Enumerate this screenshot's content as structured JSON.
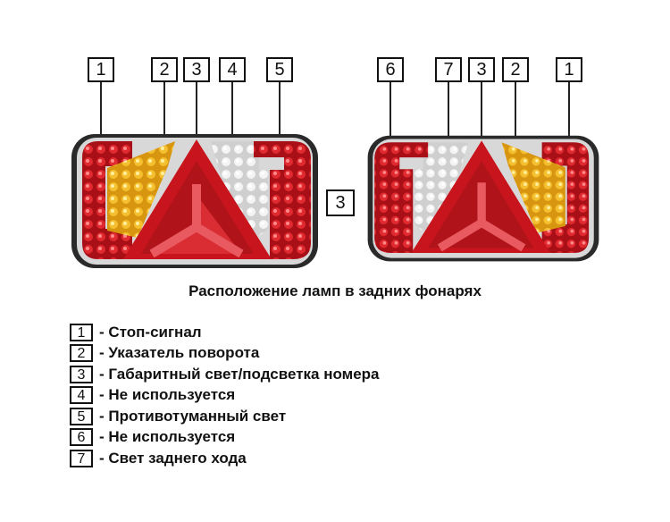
{
  "callouts": {
    "left": [
      "1",
      "2",
      "3",
      "4",
      "5"
    ],
    "middle": "3",
    "right": [
      "6",
      "7",
      "3",
      "2",
      "1"
    ]
  },
  "caption": "Расположение ламп в задних фонарях",
  "legend": [
    {
      "num": "1",
      "text": "- Стоп-сигнал"
    },
    {
      "num": "2",
      "text": "- Указатель поворота"
    },
    {
      "num": "3",
      "text": "- Габаритный свет/подсветка номера"
    },
    {
      "num": "4",
      "text": "- Не используется"
    },
    {
      "num": "5",
      "text": "- Противотуманный свет"
    },
    {
      "num": "6",
      "text": "- Не используется"
    },
    {
      "num": "7",
      "text": "- Свет заднего хода"
    }
  ],
  "colors": {
    "stop_red": "#c8141c",
    "turn_amber": "#f0b020",
    "clear_lens": "#e6e6e6",
    "triangle_red": "#d21c24",
    "housing": "#2a2a2a"
  }
}
